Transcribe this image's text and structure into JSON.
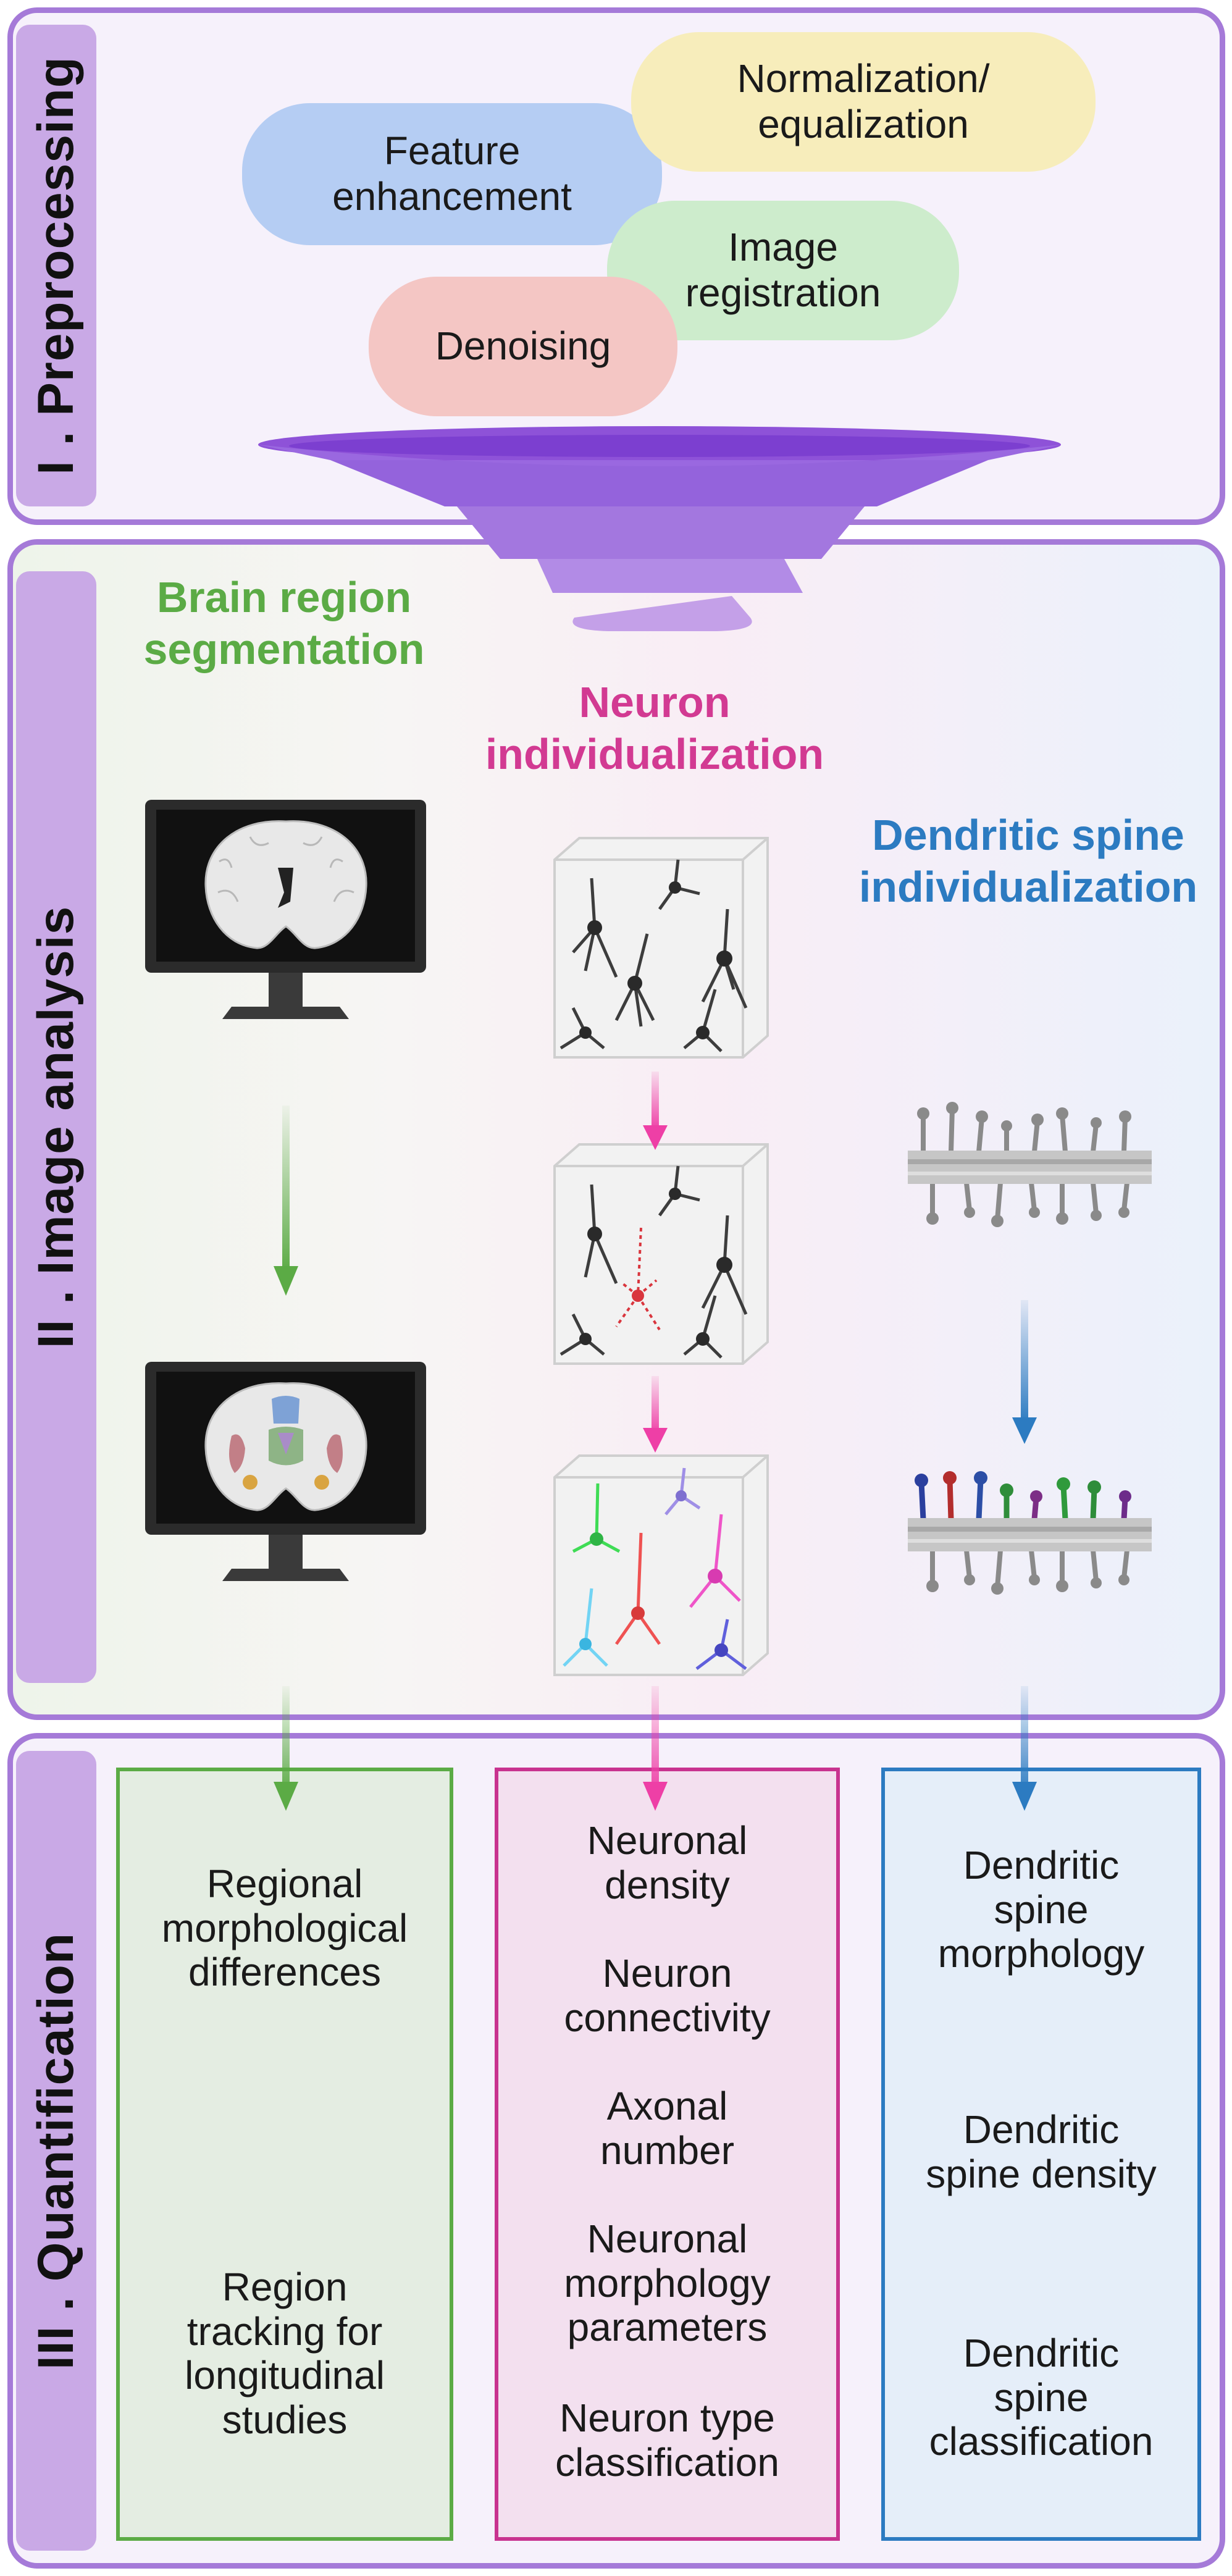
{
  "sections": {
    "preprocessing": "I . Preprocessing",
    "image_analysis": "II . Image analysis",
    "quantification": "III . Quantification"
  },
  "preprocessing_steps": {
    "feature": "Feature\nenhancement",
    "normalization": "Normalization/\nequalization",
    "registration": "Image\nregistration",
    "denoising": "Denoising"
  },
  "analysis_columns": {
    "brain": "Brain region\nsegmentation",
    "neuron": "Neuron\nindividualization",
    "spine": "Dendritic spine\nindividualization"
  },
  "quantification": {
    "brain": [
      "Regional\nmorphological\ndifferences",
      "Region\ntracking for\nlongitudinal\nstudies"
    ],
    "neuron": [
      "Neuronal\ndensity",
      "Neuron\nconnectivity",
      "Axonal\nnumber",
      "Neuronal\nmorphology\nparameters",
      "Neuron type\nclassification"
    ],
    "spine": [
      "Dendritic\nspine\nmorphology",
      "Dendritic\nspine density",
      "Dendritic\nspine\nclassification"
    ]
  },
  "colors": {
    "panel_border": "#a57ad8",
    "brain": "#5bab45",
    "neuron": "#d23a92",
    "spine": "#2c7bc1",
    "funnel": "#8e52d8"
  }
}
